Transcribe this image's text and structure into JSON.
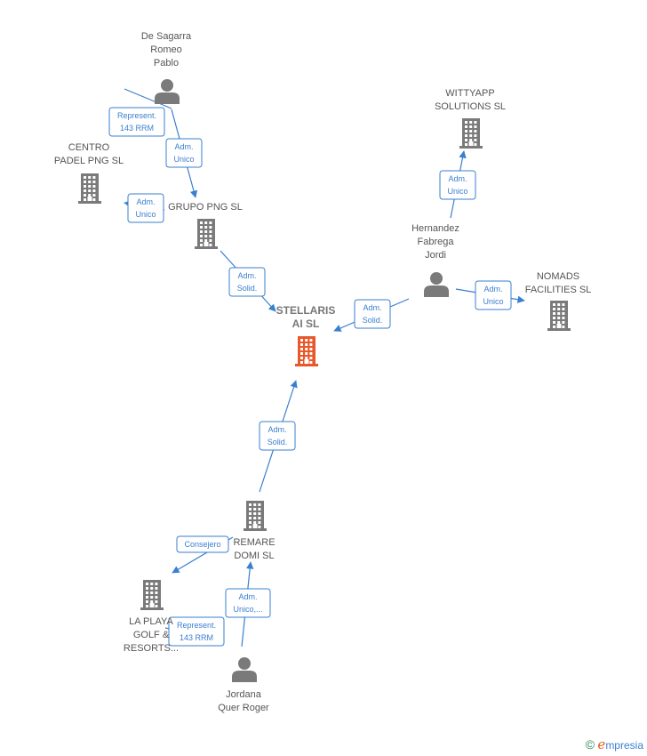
{
  "nodes": [
    {
      "id": "desagarra",
      "kind": "person",
      "label": [
        "De Sagarra",
        "Romeo",
        "Pablo"
      ],
      "main": false
    },
    {
      "id": "centro",
      "kind": "company",
      "label": [
        "CENTRO",
        "PADEL PNG  SL"
      ],
      "main": false
    },
    {
      "id": "grupo",
      "kind": "company",
      "label": [
        "GRUPO PNG  SL"
      ],
      "main": false
    },
    {
      "id": "wittyapp",
      "kind": "company",
      "label": [
        "WITTYAPP",
        "SOLUTIONS  SL"
      ],
      "main": false
    },
    {
      "id": "hernandez",
      "kind": "person",
      "label": [
        "Hernandez",
        "Fabrega",
        "Jordi"
      ],
      "main": false
    },
    {
      "id": "nomads",
      "kind": "company",
      "label": [
        "NOMADS",
        "FACILITIES  SL"
      ],
      "main": false
    },
    {
      "id": "stellaris",
      "kind": "company",
      "label": [
        "STELLARIS",
        "AI  SL"
      ],
      "main": true
    },
    {
      "id": "remare",
      "kind": "company",
      "label": [
        "REMARE",
        "DOMI  SL"
      ],
      "main": false
    },
    {
      "id": "laplaya",
      "kind": "company",
      "label": [
        "LA PLAYA",
        "GOLF &",
        "RESORTS..."
      ],
      "main": false
    },
    {
      "id": "jordana",
      "kind": "person",
      "label": [
        "Jordana",
        "Quer Roger"
      ],
      "main": false
    }
  ],
  "edges": [
    {
      "from": "desagarra",
      "to": "centro",
      "label": [
        "Represent.",
        "143 RRM"
      ]
    },
    {
      "from": "desagarra",
      "to": "grupo",
      "label": [
        "Adm.",
        "Unico"
      ]
    },
    {
      "from": "grupo",
      "to": "centro",
      "label": [
        "Adm.",
        "Unico"
      ]
    },
    {
      "from": "grupo",
      "to": "stellaris",
      "label": [
        "Adm.",
        "Solid."
      ]
    },
    {
      "from": "hernandez",
      "to": "wittyapp",
      "label": [
        "Adm.",
        "Unico"
      ]
    },
    {
      "from": "hernandez",
      "to": "stellaris",
      "label": [
        "Adm.",
        "Solid."
      ]
    },
    {
      "from": "hernandez",
      "to": "nomads",
      "label": [
        "Adm.",
        "Unico"
      ]
    },
    {
      "from": "remare",
      "to": "stellaris",
      "label": [
        "Adm.",
        "Solid."
      ]
    },
    {
      "from": "remare",
      "to": "laplaya",
      "label": [
        "Consejero"
      ]
    },
    {
      "from": "jordana",
      "to": "remare",
      "label": [
        "Adm.",
        "Unico,..."
      ]
    },
    {
      "from": "jordana",
      "to": "laplaya",
      "label": [
        "Represent.",
        "143 RRM"
      ]
    }
  ],
  "colors": {
    "edge": "#3a7fd0",
    "node": "#7a7a7a",
    "main_node": "#e8582a",
    "text": "#555555"
  },
  "brand": {
    "copyright": "©",
    "initial": "e",
    "name": "mpresia"
  }
}
